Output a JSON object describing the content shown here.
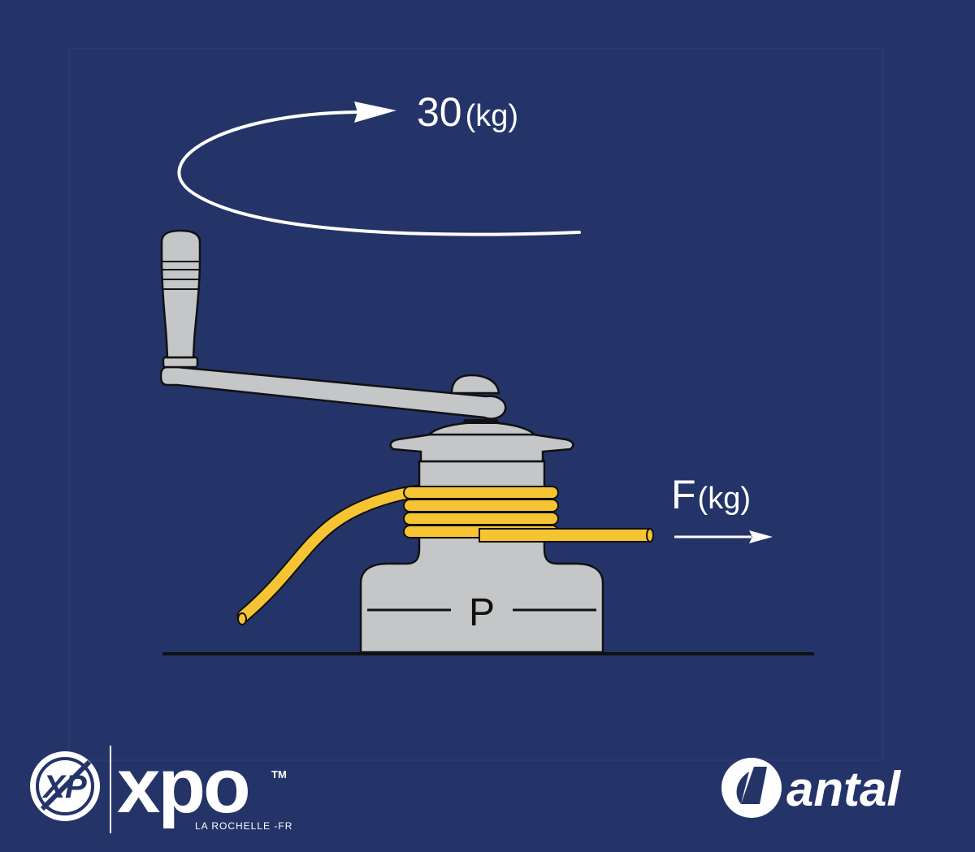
{
  "diagram": {
    "torque": {
      "value": "30",
      "unit": "(kg)"
    },
    "force": {
      "value": "F",
      "unit": "(kg)"
    },
    "base_label": "P"
  },
  "logos": {
    "xpo": {
      "mark_text": "XP",
      "word": "xpo",
      "trademark": "TM",
      "location": "LA ROCHELLE -FR"
    },
    "antal": {
      "word": "antal"
    }
  },
  "colors": {
    "background": "#243469",
    "winch_metal": "#c4c6c8",
    "rope": "#f6c432",
    "outline": "#111111"
  }
}
